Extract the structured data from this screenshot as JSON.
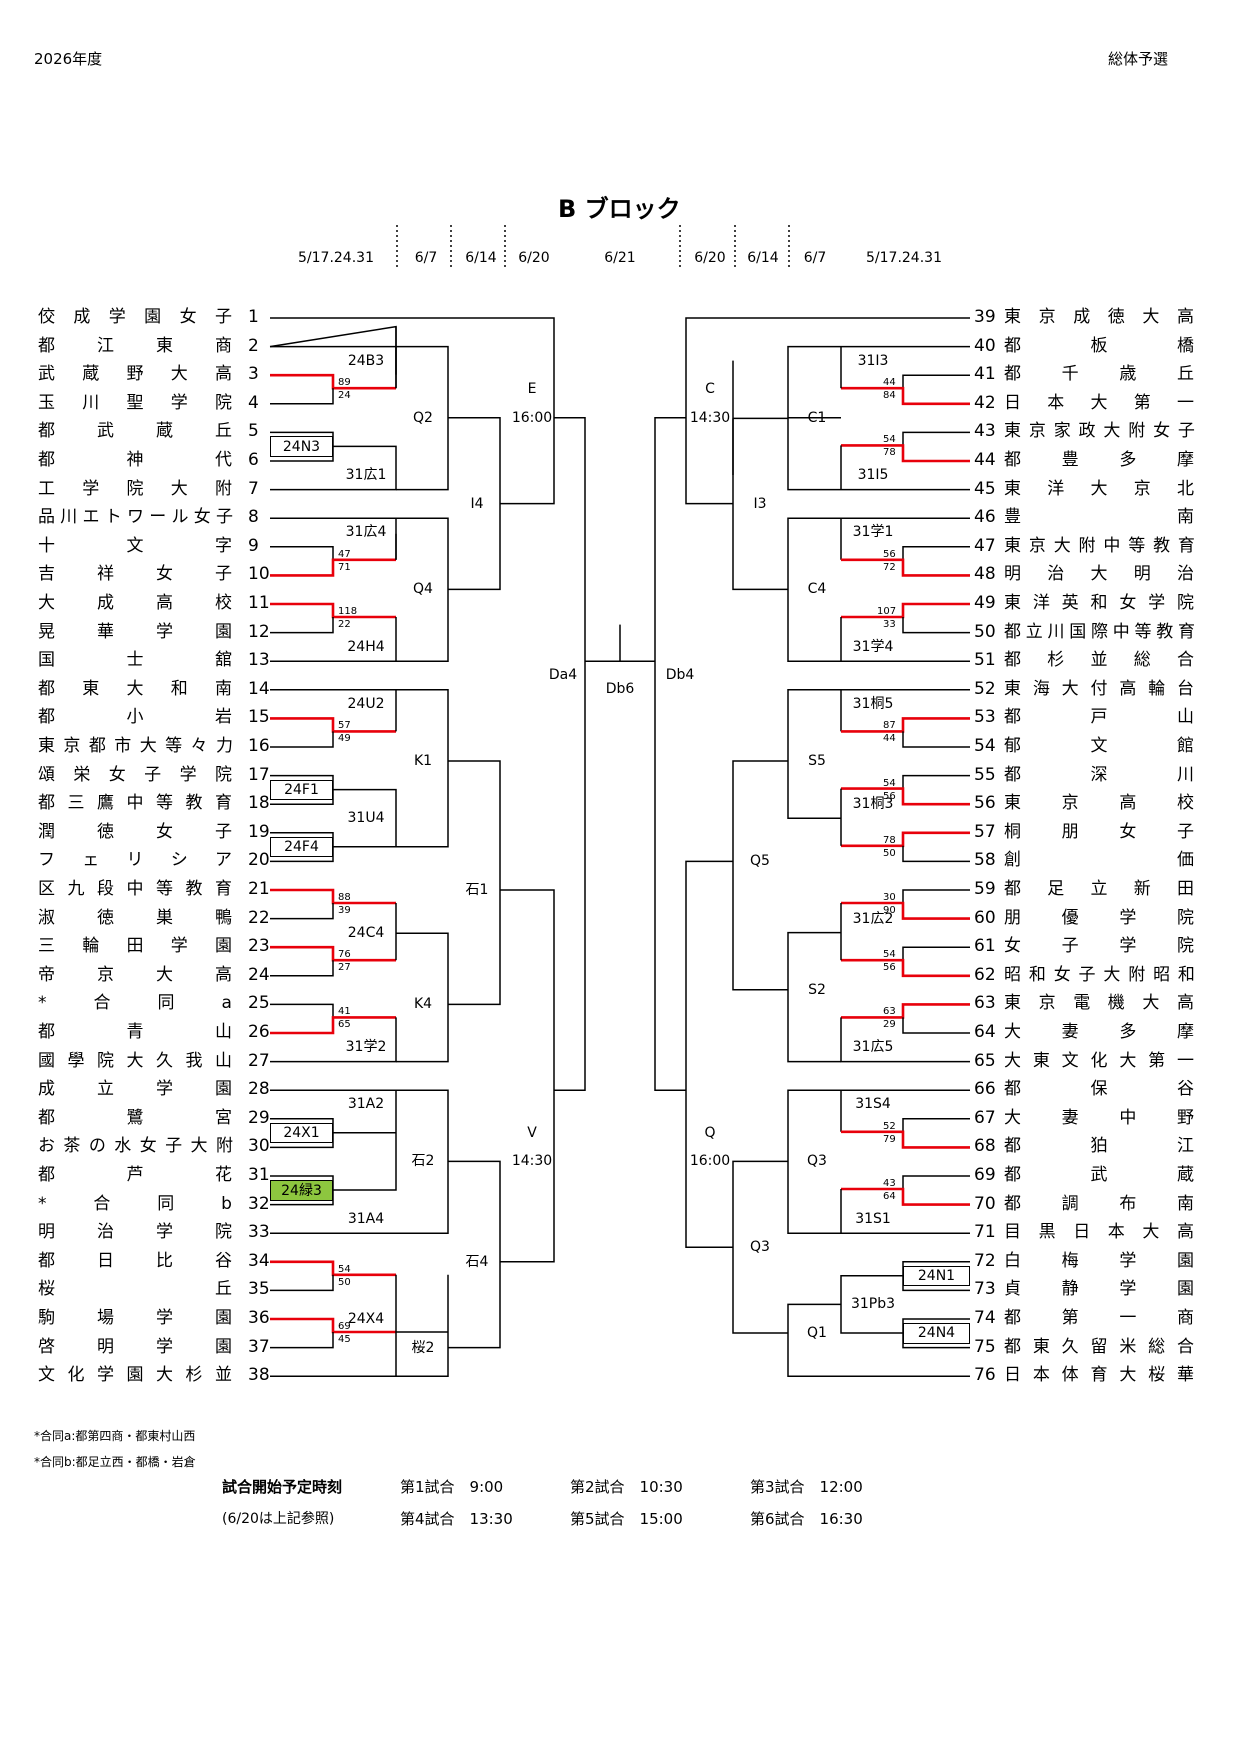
{
  "header": {
    "year": "2026年度",
    "event": "総体予選"
  },
  "title": "B ブロック",
  "dates": [
    "5/17.24.31",
    "6/7",
    "6/14",
    "6/20",
    "6/21",
    "6/20",
    "6/14",
    "6/7",
    "5/17.24.31"
  ],
  "left_teams": [
    {
      "num": "1",
      "name": "佼成学園女子"
    },
    {
      "num": "2",
      "name": "都江東商"
    },
    {
      "num": "3",
      "name": "武蔵野大高"
    },
    {
      "num": "4",
      "name": "玉川聖学院"
    },
    {
      "num": "5",
      "name": "都武蔵丘"
    },
    {
      "num": "6",
      "name": "都神代"
    },
    {
      "num": "7",
      "name": "工学院大附"
    },
    {
      "num": "8",
      "name": "品川エトワール女子"
    },
    {
      "num": "9",
      "name": "十文字"
    },
    {
      "num": "10",
      "name": "吉祥女子"
    },
    {
      "num": "11",
      "name": "大成高校"
    },
    {
      "num": "12",
      "name": "晃華学園"
    },
    {
      "num": "13",
      "name": "国士舘"
    },
    {
      "num": "14",
      "name": "都東大和南"
    },
    {
      "num": "15",
      "name": "都小岩"
    },
    {
      "num": "16",
      "name": "東京都市大等々力"
    },
    {
      "num": "17",
      "name": "頌栄女子学院"
    },
    {
      "num": "18",
      "name": "都三鷹中等教育"
    },
    {
      "num": "19",
      "name": "潤徳女子"
    },
    {
      "num": "20",
      "name": "フェリシア"
    },
    {
      "num": "21",
      "name": "区九段中等教育"
    },
    {
      "num": "22",
      "name": "淑徳巣鴨"
    },
    {
      "num": "23",
      "name": "三輪田学園"
    },
    {
      "num": "24",
      "name": "帝京大高"
    },
    {
      "num": "25",
      "name": "*合同a"
    },
    {
      "num": "26",
      "name": "都青山"
    },
    {
      "num": "27",
      "name": "國學院大久我山"
    },
    {
      "num": "28",
      "name": "成立学園"
    },
    {
      "num": "29",
      "name": "都鷺宮"
    },
    {
      "num": "30",
      "name": "お茶の水女子大附"
    },
    {
      "num": "31",
      "name": "都芦花"
    },
    {
      "num": "32",
      "name": "*合同b"
    },
    {
      "num": "33",
      "name": "明治学院"
    },
    {
      "num": "34",
      "name": "都日比谷"
    },
    {
      "num": "35",
      "name": "桜丘"
    },
    {
      "num": "36",
      "name": "駒場学園"
    },
    {
      "num": "37",
      "name": "啓明学園"
    },
    {
      "num": "38",
      "name": "文化学園大杉並"
    }
  ],
  "right_teams": [
    {
      "num": "39",
      "name": "東京成徳大高"
    },
    {
      "num": "40",
      "name": "都板橋"
    },
    {
      "num": "41",
      "name": "都千歳丘"
    },
    {
      "num": "42",
      "name": "日本大第一"
    },
    {
      "num": "43",
      "name": "東京家政大附女子"
    },
    {
      "num": "44",
      "name": "都豊多摩"
    },
    {
      "num": "45",
      "name": "東洋大京北"
    },
    {
      "num": "46",
      "name": "豊南"
    },
    {
      "num": "47",
      "name": "東京大附中等教育"
    },
    {
      "num": "48",
      "name": "明治大明治"
    },
    {
      "num": "49",
      "name": "東洋英和女学院"
    },
    {
      "num": "50",
      "name": "都立川国際中等教育"
    },
    {
      "num": "51",
      "name": "都杉並総合"
    },
    {
      "num": "52",
      "name": "東海大付高輪台"
    },
    {
      "num": "53",
      "name": "都戸山"
    },
    {
      "num": "54",
      "name": "郁文館"
    },
    {
      "num": "55",
      "name": "都深川"
    },
    {
      "num": "56",
      "name": "東京高校"
    },
    {
      "num": "57",
      "name": "桐朋女子"
    },
    {
      "num": "58",
      "name": "創価"
    },
    {
      "num": "59",
      "name": "都足立新田"
    },
    {
      "num": "60",
      "name": "朋優学院"
    },
    {
      "num": "61",
      "name": "女子学院"
    },
    {
      "num": "62",
      "name": "昭和女子大附昭和"
    },
    {
      "num": "63",
      "name": "東京電機大高"
    },
    {
      "num": "64",
      "name": "大妻多摩"
    },
    {
      "num": "65",
      "name": "大東文化大第一"
    },
    {
      "num": "66",
      "name": "都保谷"
    },
    {
      "num": "67",
      "name": "大妻中野"
    },
    {
      "num": "68",
      "name": "都狛江"
    },
    {
      "num": "69",
      "name": "都武蔵"
    },
    {
      "num": "70",
      "name": "都調布南"
    },
    {
      "num": "71",
      "name": "目黒日本大高"
    },
    {
      "num": "72",
      "name": "白梅学園"
    },
    {
      "num": "73",
      "name": "貞静学園"
    },
    {
      "num": "74",
      "name": "都第一商"
    },
    {
      "num": "75",
      "name": "都東久留米総合"
    },
    {
      "num": "76",
      "name": "日本体育大桜華"
    }
  ],
  "labels": {
    "b_24B3": "24B3",
    "b_24N3": "24N3",
    "b_31hiro1": "31広1",
    "b_31hiro4": "31広4",
    "b_24H4": "24H4",
    "b_24U2": "24U2",
    "b_24F1": "24F1",
    "b_31U4": "31U4",
    "b_24F4": "24F4",
    "b_24C4": "24C4",
    "b_31gaku2": "31学2",
    "b_31A2": "31A2",
    "b_24X1": "24X1",
    "b_24midori3": "24緑3",
    "b_31A4": "31A4",
    "b_24X4": "24X4",
    "r_Q2": "Q2",
    "r_Q4": "Q4",
    "r_K1": "K1",
    "r_K4": "K4",
    "r_ishi2": "石2",
    "r_sakura2": "桜2",
    "r_I4": "I4",
    "r_ishi1": "石1",
    "r_ishi4": "石4",
    "r_E": "E",
    "t_E": "16:00",
    "r_V": "V",
    "t_V": "14:30",
    "r_Da4": "Da4",
    "r_Db6": "Db6",
    "r_Db4": "Db4",
    "r_C": "C",
    "t_C": "14:30",
    "r_Q": "Q",
    "t_Q": "16:00",
    "b_31I3": "31I3",
    "b_31I5": "31I5",
    "b_31gaku1": "31学1",
    "b_31gaku4": "31学4",
    "b_31kiri5": "31桐5",
    "b_31kiri3": "31桐3",
    "b_31hiro2": "31広2",
    "b_31hiro5": "31広5",
    "b_31S4": "31S4",
    "b_31S1": "31S1",
    "b_24N1": "24N1",
    "b_31Pb3": "31Pb3",
    "b_24N4": "24N4",
    "r_C1": "C1",
    "r_C4": "C4",
    "r_S5": "S5",
    "r_S2": "S2",
    "r_Q3a": "Q3",
    "r_Q1": "Q1",
    "r_I3": "I3",
    "r_Q5": "Q5",
    "r_Q3b": "Q3"
  },
  "scores": {
    "s3": "89",
    "s4": "24",
    "s9": "47",
    "s10": "71",
    "s11": "118",
    "s12": "22",
    "s15": "57",
    "s16": "49",
    "s21": "88",
    "s22": "39",
    "s23": "76",
    "s24": "27",
    "s25": "41",
    "s26": "65",
    "s34": "54",
    "s35": "50",
    "s36": "69",
    "s37": "45",
    "s41": "44",
    "s42": "84",
    "s43": "54",
    "s44": "78",
    "s47": "56",
    "s48": "72",
    "s49": "107",
    "s50": "33",
    "s53": "87",
    "s54": "44",
    "s55": "54",
    "s56": "56",
    "s57": "78",
    "s58": "50",
    "s59": "30",
    "s60": "90",
    "s61": "54",
    "s62": "56",
    "s63": "63",
    "s64": "29",
    "s67": "52",
    "s68": "79",
    "s69": "43",
    "s70": "64"
  },
  "notes": [
    "*合同a:都第四商・都東村山西",
    "*合同b:都足立西・都橋・岩倉"
  ],
  "schedule": {
    "title": "試合開始予定時刻",
    "sub": "(6/20は上記参照)",
    "g1": "第1試合　9:00",
    "g2": "第2試合　10:30",
    "g3": "第3試合　12:00",
    "g4": "第4試合　13:30",
    "g5": "第5試合　15:00",
    "g6": "第6試合　16:30"
  },
  "colors": {
    "winner_line": "#e8000b",
    "highlight_box": "#8dc63f"
  }
}
